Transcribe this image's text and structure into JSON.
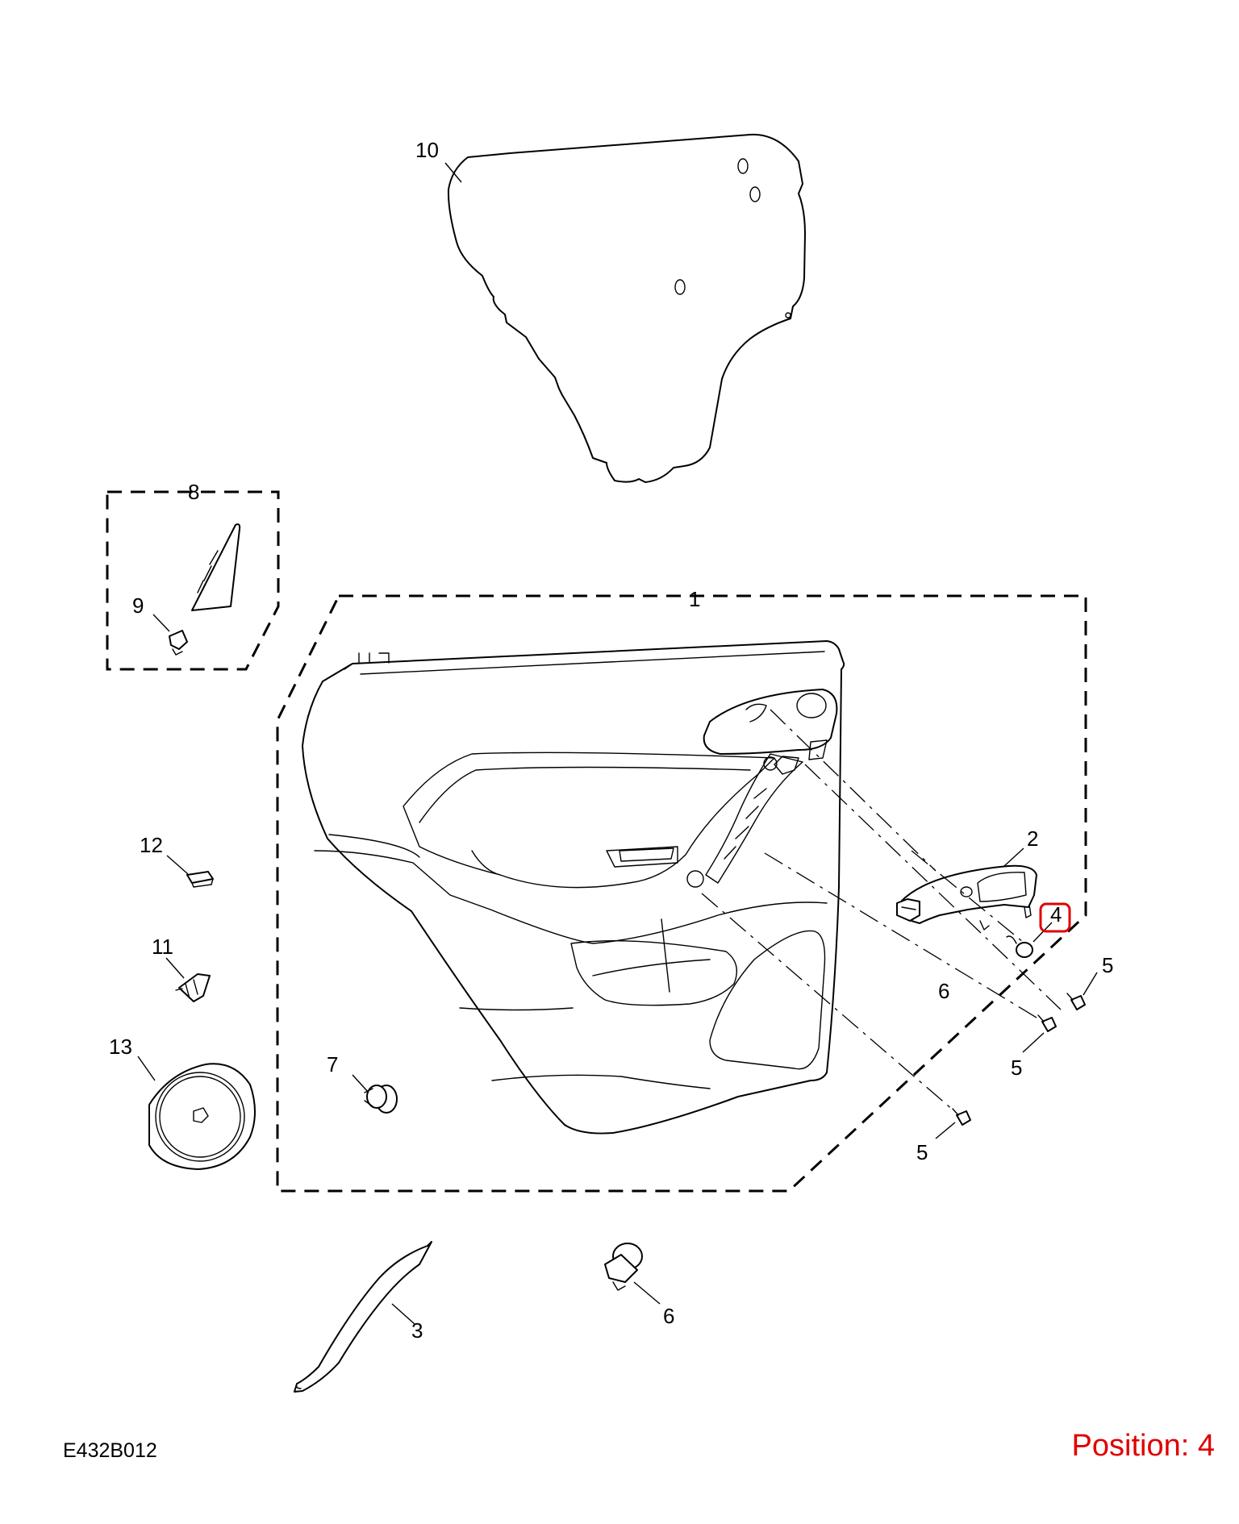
{
  "diagram": {
    "drawing_code": "E432B012",
    "highlighted_position": {
      "label": "Position: 4"
    },
    "callouts": [
      "10",
      "8",
      "9",
      "1",
      "12",
      "11",
      "13",
      "7",
      "2",
      "4",
      "5",
      "5",
      "5",
      "6",
      "6",
      "3"
    ],
    "highlight_color": "#e00000",
    "line_color": "#000000"
  }
}
